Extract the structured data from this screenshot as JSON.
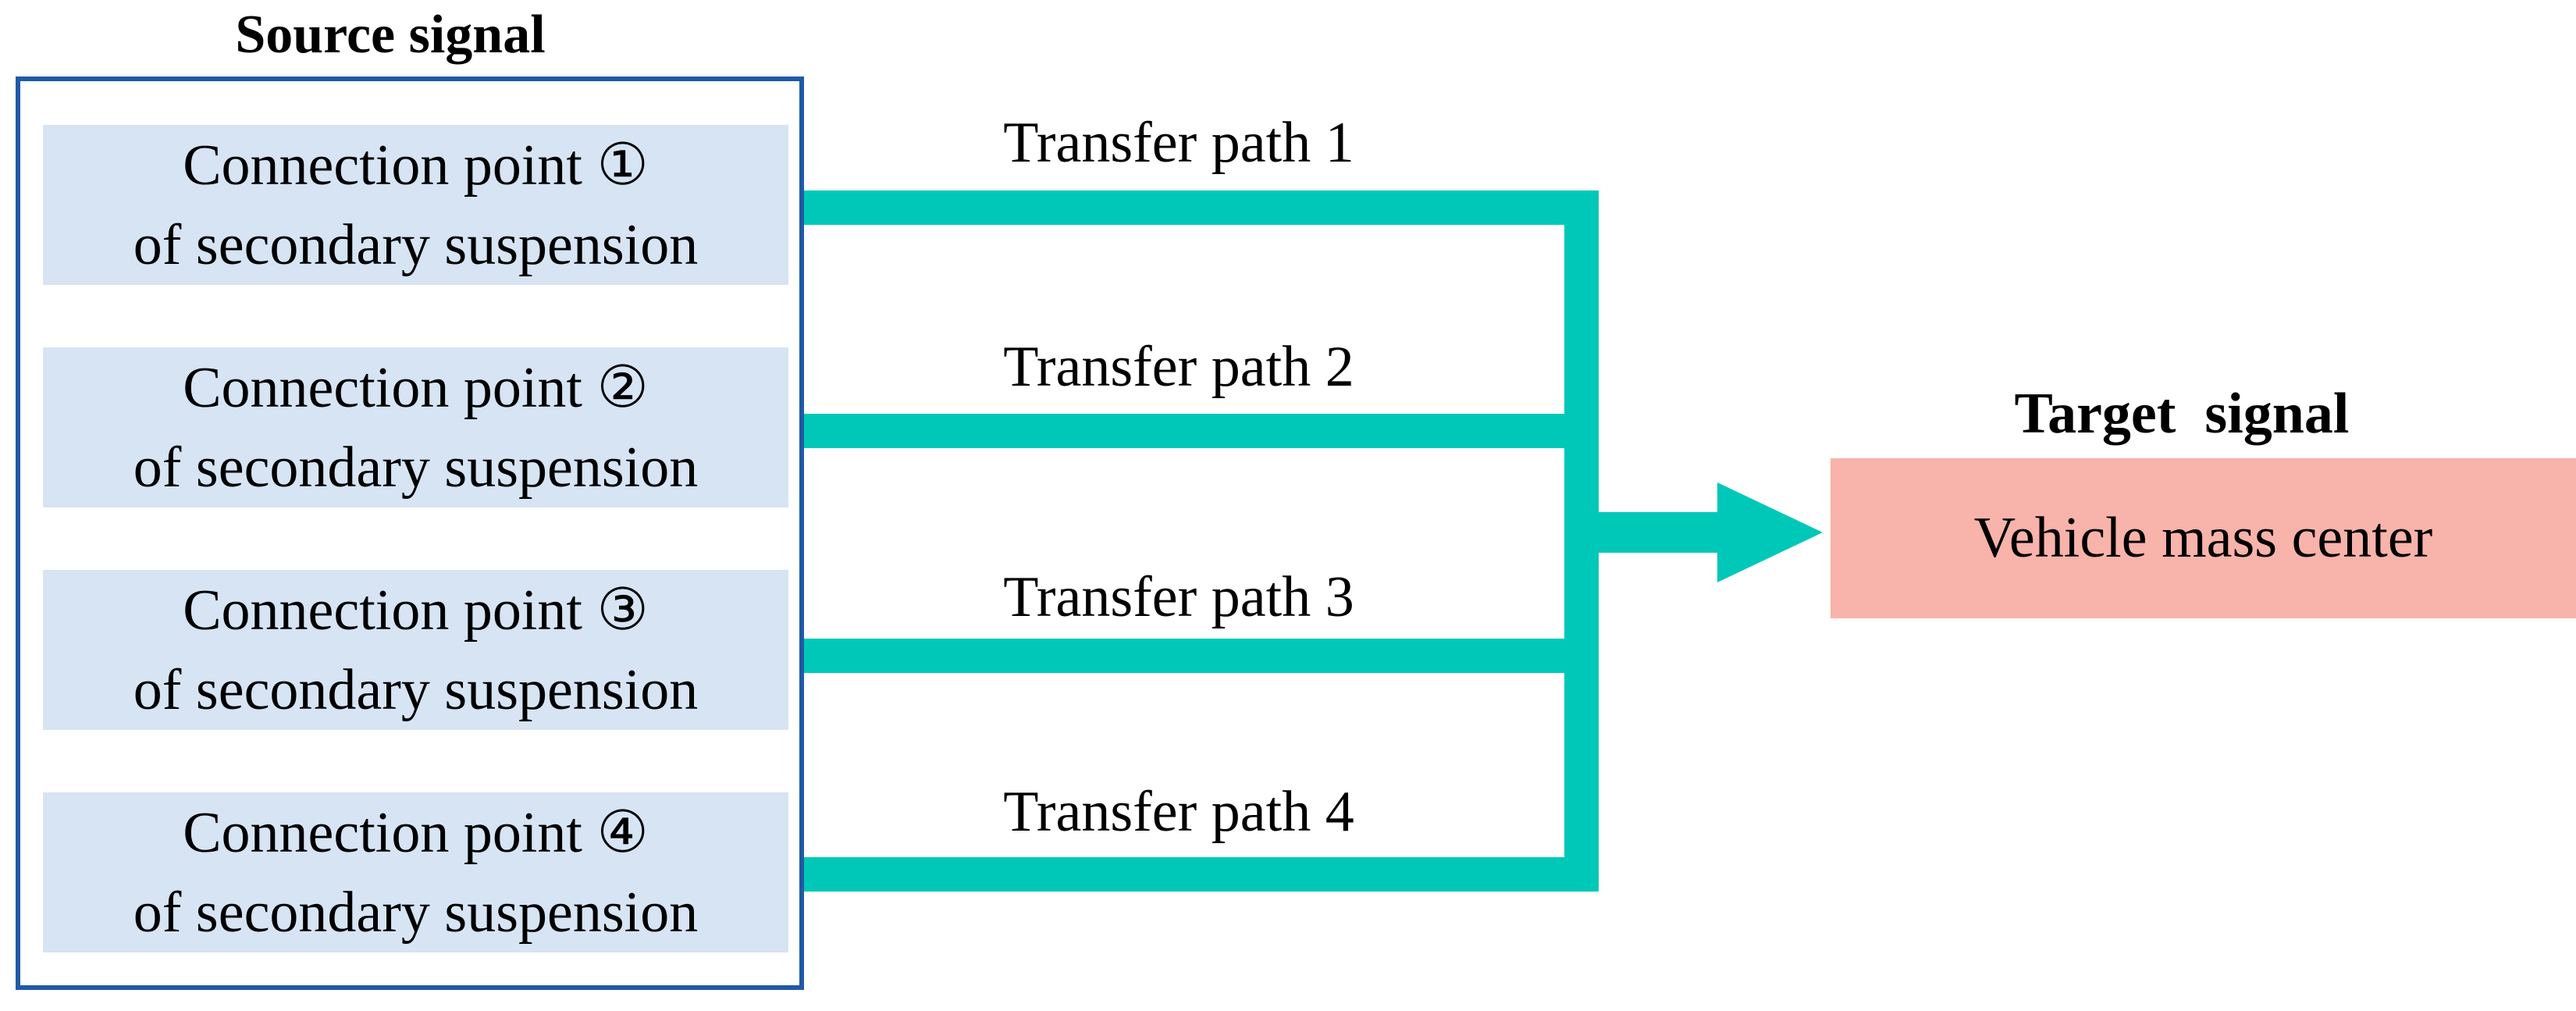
{
  "source": {
    "title": "Source signal",
    "connection_points": [
      {
        "line1": "Connection point ①",
        "line2": "of secondary suspension"
      },
      {
        "line1": "Connection point ②",
        "line2": "of secondary suspension"
      },
      {
        "line1": "Connection point ③",
        "line2": "of secondary suspension"
      },
      {
        "line1": "Connection point ④",
        "line2": "of secondary suspension"
      }
    ]
  },
  "paths": [
    {
      "label": "Transfer path 1"
    },
    {
      "label": "Transfer path 2"
    },
    {
      "label": "Transfer path 3"
    },
    {
      "label": "Transfer path 4"
    }
  ],
  "target": {
    "title": "Target  signal",
    "label": "Vehicle mass center"
  },
  "colors": {
    "source_frame": "#1f5aa6",
    "source_box_fill": "#d6e4f3",
    "path_line": "#00c8b8",
    "target_box_fill": "#f8b3aa"
  }
}
